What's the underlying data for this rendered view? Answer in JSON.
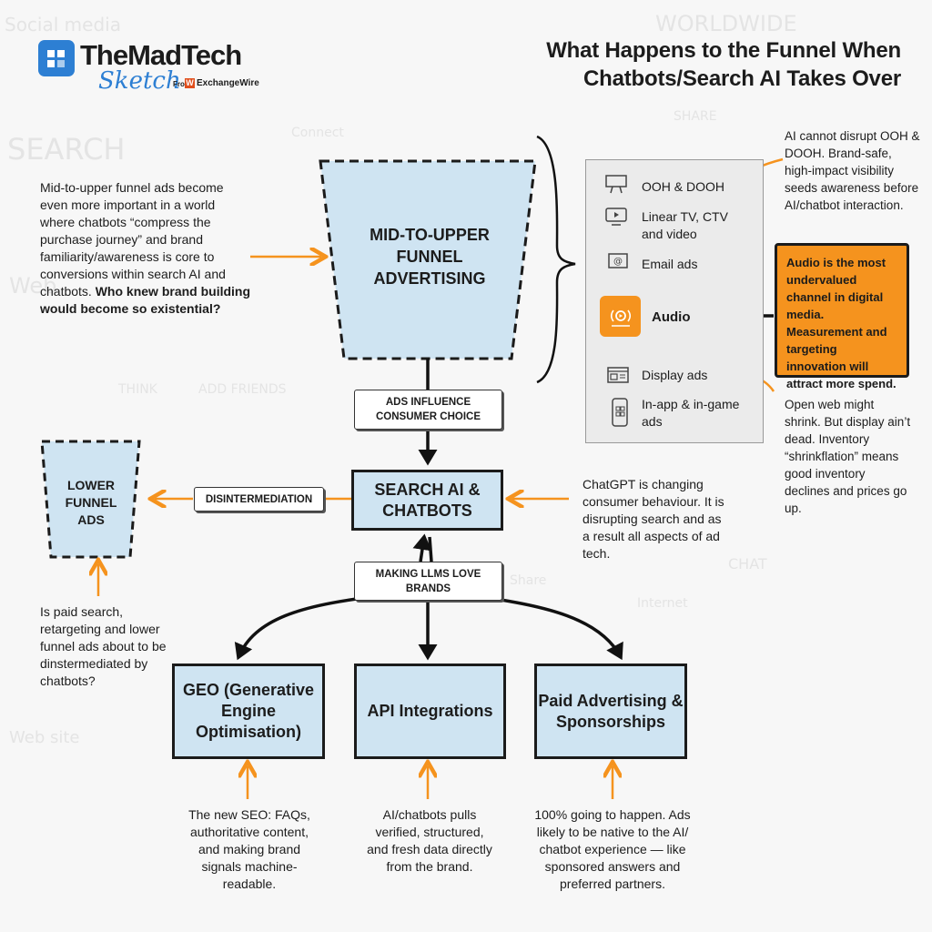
{
  "logo": {
    "name": "TheMadTech",
    "sketch": "Sketch",
    "from": "From",
    "w": "W",
    "brand": "ExchangeWire"
  },
  "title": "What Happens to the Funnel When Chatbots/Search AI Takes Over",
  "left_intro": {
    "text": "Mid-to-upper funnel ads become even more important in a world where chatbots “compress the purchase journey” and brand familiarity/awareness is core to conversions within search AI and chatbots. ",
    "bold": "Who knew brand building would become so existential?"
  },
  "funnel_top": "MID-TO-UPPER FUNNEL ADVERTISING",
  "channels": {
    "ooh": "OOH & DOOH",
    "tv": "Linear TV, CTV and video",
    "email": "Email ads",
    "audio": "Audio",
    "display": "Display ads",
    "inapp": "In-app & in-game ads"
  },
  "note_ooh": "AI cannot disrupt OOH & DOOH. Brand-safe, high-impact visibility seeds awareness before AI/chatbot interaction.",
  "note_audio": "Audio is the most undervalued channel in digital media. Measurement and targeting innovation will attract more spend.",
  "note_display": "Open web might shrink. But display ain’t dead. Inventory “shrinkflation” means good inventory declines and prices go up.",
  "pill_influence": "ADS INFLUENCE CONSUMER CHOICE",
  "search_ai": "SEARCH AI & CHATBOTS",
  "note_chatgpt": "ChatGPT is changing consumer behaviour. It is disrupting search and as a result all aspects of ad tech.",
  "pill_disinter": "DISINTERMEDIATION",
  "lower_funnel": "LOWER FUNNEL ADS",
  "note_lower": "Is paid search, retargeting and lower funnel ads about to be dinstermediated by chatbots?",
  "pill_llm": "MAKING LLMS LOVE BRANDS",
  "geo": "GEO (Generative Engine Optimisation)",
  "api": "API Integrations",
  "paid": "Paid Advertising & Sponsorships",
  "note_geo": "The new SEO: FAQs, authoritative content, and making brand signals machine-readable.",
  "note_api": "AI/chatbots pulls verified, structured, and fresh data directly from the brand.",
  "note_paid": "100% going to happen. Ads likely to be native to the AI/ chatbot experience — like sponsored answers and preferred partners.",
  "background_doodles": [
    "Social media",
    "SEARCH",
    "Web",
    "Connect",
    "WORLDWIDE",
    "SHARE",
    "CHAT",
    "Internet",
    "THINK",
    "ADD FRIENDS",
    "Share",
    "Web site"
  ],
  "colors": {
    "accent": "#f5931e",
    "box_fill": "#cfe4f2",
    "brand_blue": "#2d7fd3"
  }
}
